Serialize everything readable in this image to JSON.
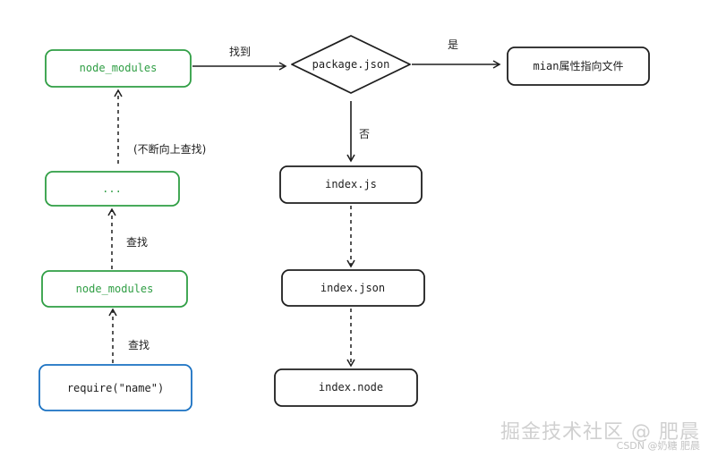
{
  "nodes": {
    "node_modules_top": "node_modules",
    "ellipsis": "...",
    "node_modules_mid": "node_modules",
    "require": "require(\"name\")",
    "package_json": "package.json",
    "main_file": "mian属性指向文件",
    "index_js": "index.js",
    "index_json": "index.json",
    "index_node": "index.node"
  },
  "edges": {
    "found": "找到",
    "yes": "是",
    "no": "否",
    "search_1": "查找",
    "search_2": "查找",
    "search_up": "(不断向上查找)"
  },
  "watermark": {
    "main": "掘金技术社区 @ 肥晨",
    "sub": "CSDN @奶糖 肥晨"
  },
  "colors": {
    "green": "#2f9e44",
    "blue": "#1971c2",
    "dark": "#1e1e1e"
  }
}
